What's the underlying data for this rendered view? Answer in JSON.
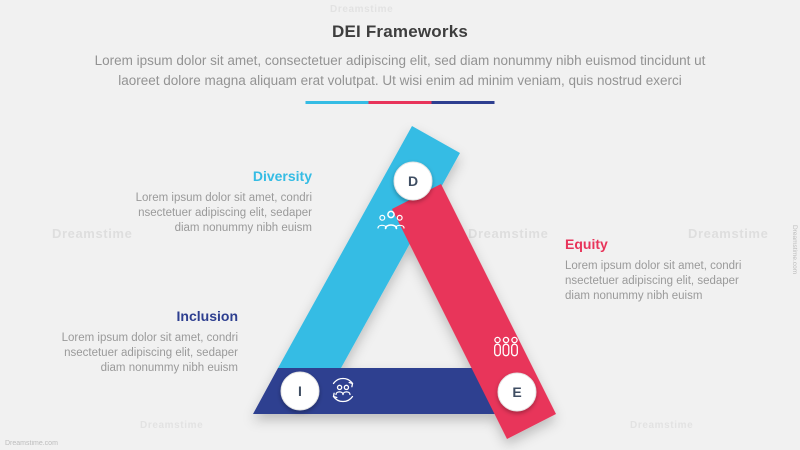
{
  "header": {
    "title": "DEI Frameworks",
    "subtitle_line1": "Lorem ipsum dolor sit amet, consectetuer adipiscing elit, sed diam nonummy nibh euismod tincidunt ut",
    "subtitle_line2": "laoreet dolore magna aliquam erat volutpat. Ut wisi enim ad minim veniam, quis nostrud exerci"
  },
  "items": [
    {
      "label": "Diversity",
      "badge": "D",
      "color": "#35bce4",
      "icon": "team-group-icon",
      "desc_lines": [
        "Lorem ipsum dolor sit amet, condri",
        "nsectetuer adipiscing elit, sedaper",
        "diam nonummy nibh euism"
      ]
    },
    {
      "label": "Equity",
      "badge": "E",
      "color": "#e8345a",
      "icon": "three-persons-icon",
      "desc_lines": [
        "Lorem ipsum dolor sit amet, condri",
        "nsectetuer adipiscing elit, sedaper",
        "diam nonummy nibh euism"
      ]
    },
    {
      "label": "Inclusion",
      "badge": "I",
      "color": "#2e3f90",
      "icon": "people-cycle-icon",
      "desc_lines": [
        "Lorem ipsum dolor sit amet, condri",
        "nsectetuer adipiscing elit, sedaper",
        "diam nonummy nibh euism"
      ]
    }
  ],
  "colors": {
    "background": "#f1f1f1",
    "title_text": "#3e3e3e",
    "body_text": "#9a9a9a",
    "badge_fill": "#ffffff",
    "badge_letter": "#3f4e63"
  },
  "watermark": {
    "text": "Dreamstime",
    "site": "Dreamstime.com"
  }
}
